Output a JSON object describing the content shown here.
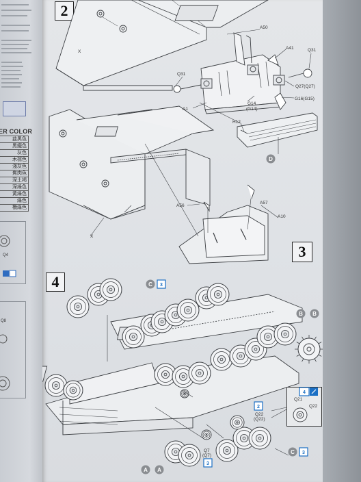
{
  "left_page": {
    "color_header": "ER COLOR",
    "colors": [
      "茲黑色",
      "黑鐵色",
      "灰色",
      "木棕色",
      "淺灰色",
      "焦肉色",
      "深土褐",
      "深綠色",
      "黃綠色",
      "綠色",
      "欖綠色"
    ],
    "labels": [
      "Q4",
      "Q8"
    ]
  },
  "steps": [
    {
      "number": "2"
    },
    {
      "number": "3"
    },
    {
      "number": "4"
    }
  ],
  "step2": {
    "part_labels": [
      "A50",
      "A41",
      "Q31",
      "Q31",
      "X",
      "Q27(Q27)",
      "A1",
      "G14",
      "(G14)",
      "G16(G15)",
      "H12"
    ],
    "marker": "D"
  },
  "step3": {
    "part_labels": [
      "X",
      "A56",
      "A57",
      "A10"
    ]
  },
  "step4": {
    "markers": {
      "c_top": "C",
      "b_left": "B",
      "b_right": "B",
      "c_bottom": "C",
      "a_left": "A",
      "a_right": "A"
    },
    "blue_badges": {
      "top": "3",
      "bottom_right": "3",
      "q7": "3",
      "q22": "2",
      "callout": "4"
    },
    "part_labels": [
      "Q21",
      "Q22",
      "Q22",
      "(Q22)",
      "Q7",
      "(Q7)"
    ]
  }
}
